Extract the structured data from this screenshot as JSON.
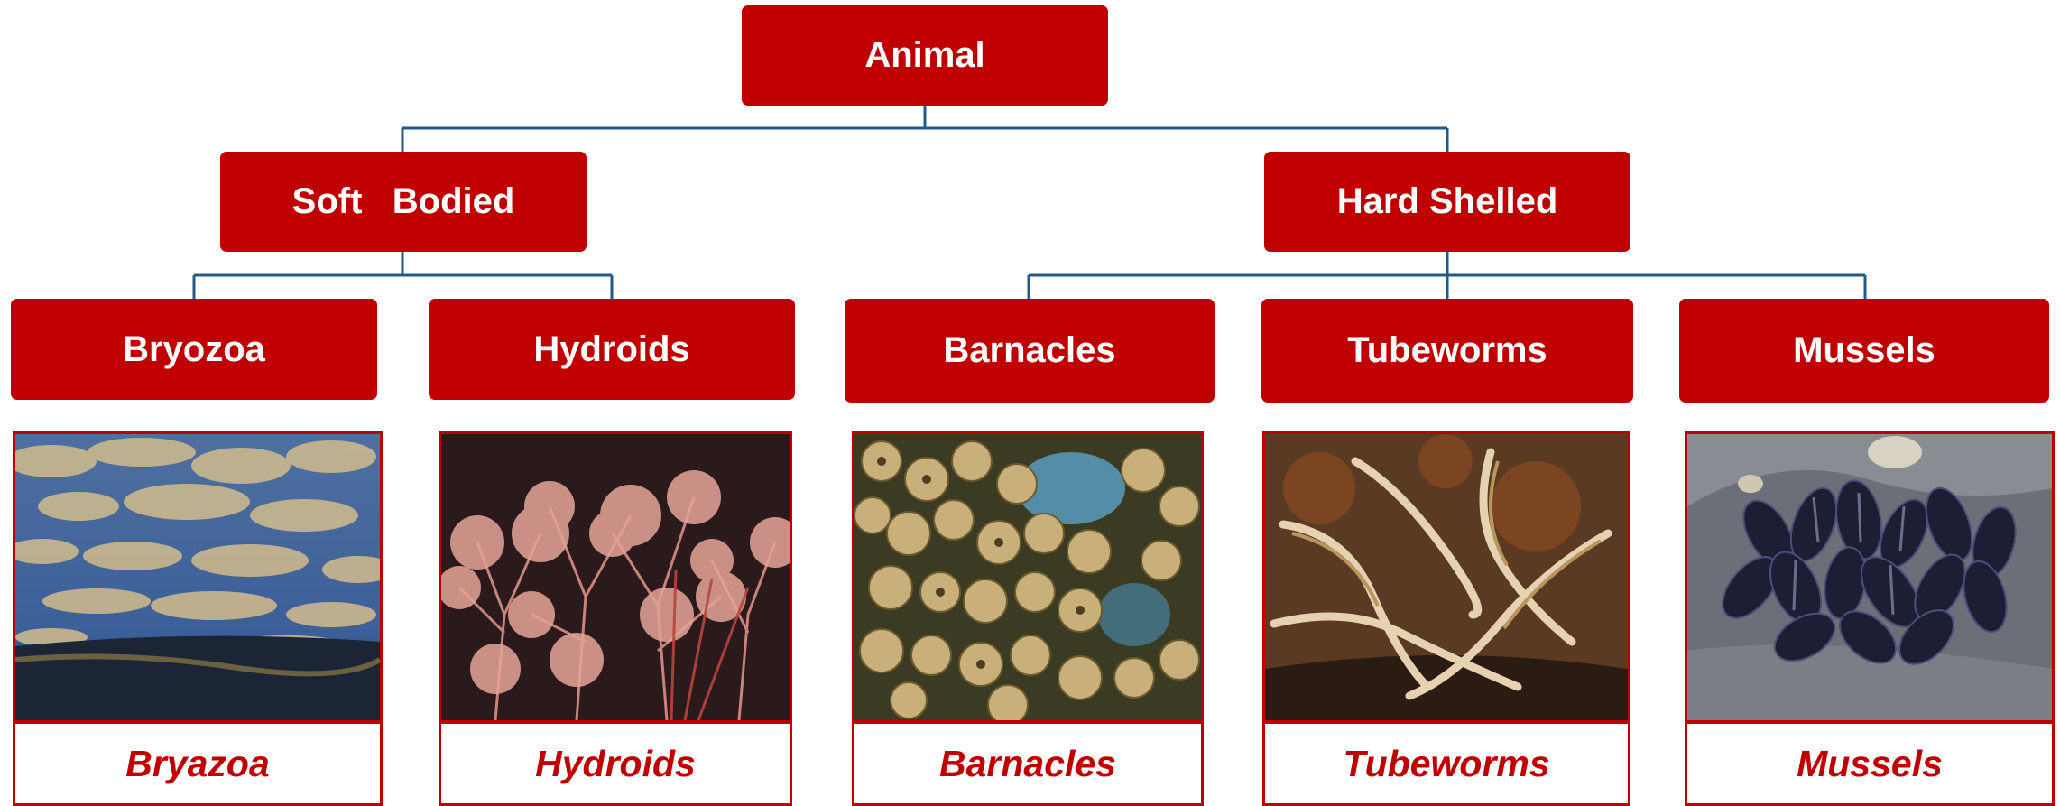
{
  "colors": {
    "node": "#c00000",
    "connector": "#1f5a8a",
    "caption_text": "#c00000"
  },
  "tree": {
    "root": "Animal",
    "groups": [
      {
        "label": "Soft   Bodied",
        "children": [
          "Bryozoa",
          "Hydroids"
        ]
      },
      {
        "label": "Hard Shelled",
        "children": [
          "Barnacles",
          "Tubeworms",
          "Mussels"
        ]
      }
    ]
  },
  "photos": [
    {
      "caption": "Bryazoa",
      "subject": "bryozoa colonies on blue hull"
    },
    {
      "caption": "Hydroids",
      "subject": "pink branching hydroids"
    },
    {
      "caption": "Barnacles",
      "subject": "dense barnacle cluster"
    },
    {
      "caption": "Tubeworms",
      "subject": "white tubeworms on rust"
    },
    {
      "caption": "Mussels",
      "subject": "blue mussel clump on rock"
    }
  ]
}
